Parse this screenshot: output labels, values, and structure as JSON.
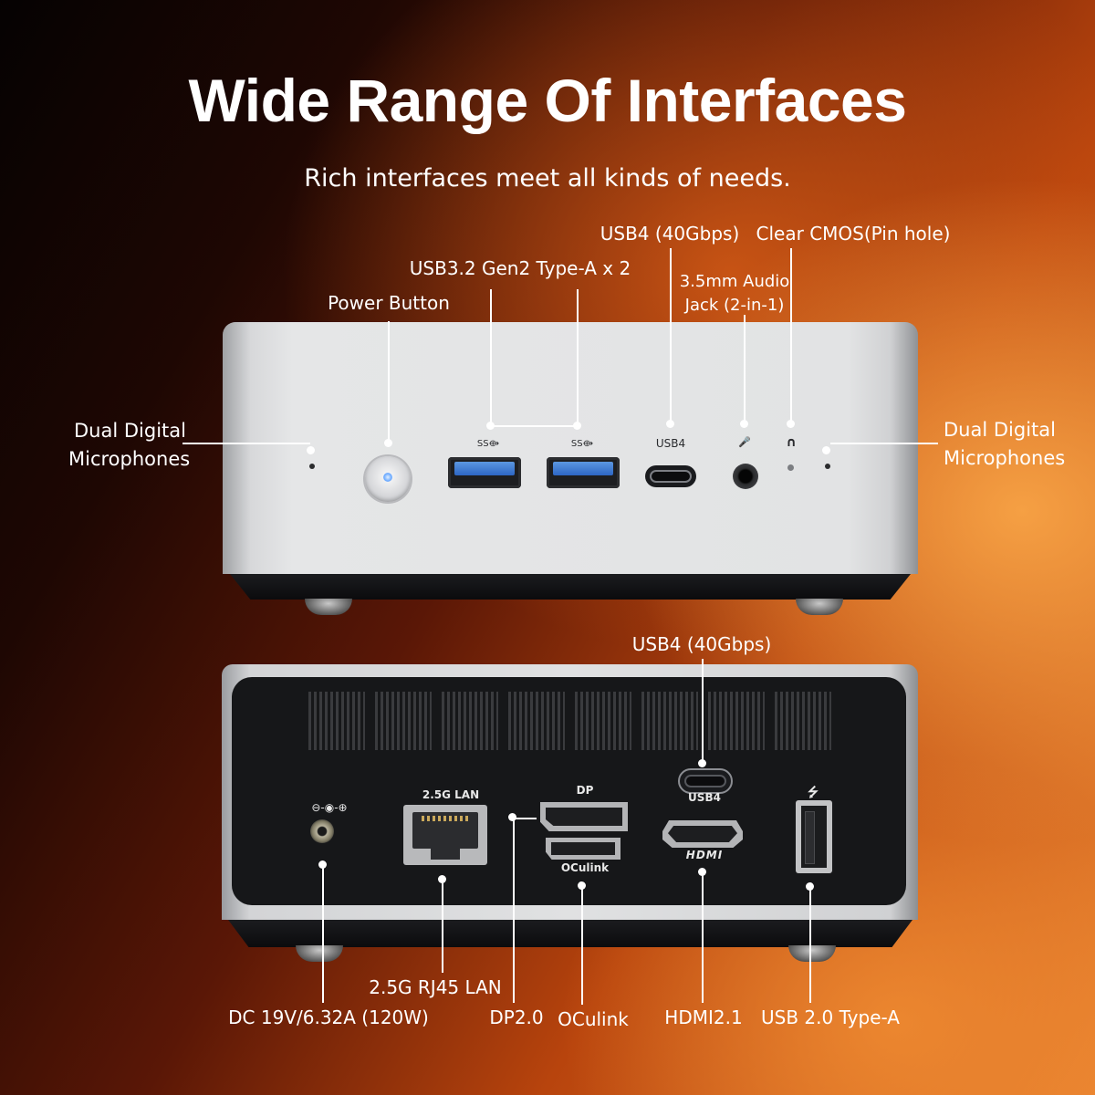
{
  "header": {
    "title": "Wide Range Of Interfaces",
    "subtitle": "Rich interfaces meet all kinds of needs."
  },
  "front_labels": {
    "usb4": "USB4 (40Gbps)",
    "clear_cmos": "Clear CMOS(Pin hole)",
    "usb32": "USB3.2 Gen2 Type-A x 2",
    "audio_line1": "3.5mm Audio",
    "audio_line2": "Jack (2-in-1)",
    "power": "Power Button",
    "mic_left_line1": "Dual Digital",
    "mic_left_line2": "Microphones",
    "mic_right_line1": "Dual Digital",
    "mic_right_line2": "Microphones"
  },
  "front_engraving": {
    "ss_left": "SS⟴",
    "ss_right": "SS⟴",
    "usb4": "USB4",
    "mic_symbol": "🎤",
    "headphone_symbol": "∩"
  },
  "back_labels": {
    "usb4": "USB4 (40Gbps)",
    "lan": "2.5G RJ45 LAN",
    "dc": "DC 19V/6.32A (120W)",
    "dp": "DP2.0",
    "oculink": "OCulink",
    "hdmi": "HDMI2.1",
    "usb20": "USB 2.0 Type-A"
  },
  "back_engraving": {
    "lan": "2.5G LAN",
    "dp": "DP",
    "oculink": "OCulink",
    "usb4": "USB4",
    "hdmi": "HDMI",
    "dc_symbol": "⊖-◉-⊕",
    "usb_symbol": "⭍"
  }
}
